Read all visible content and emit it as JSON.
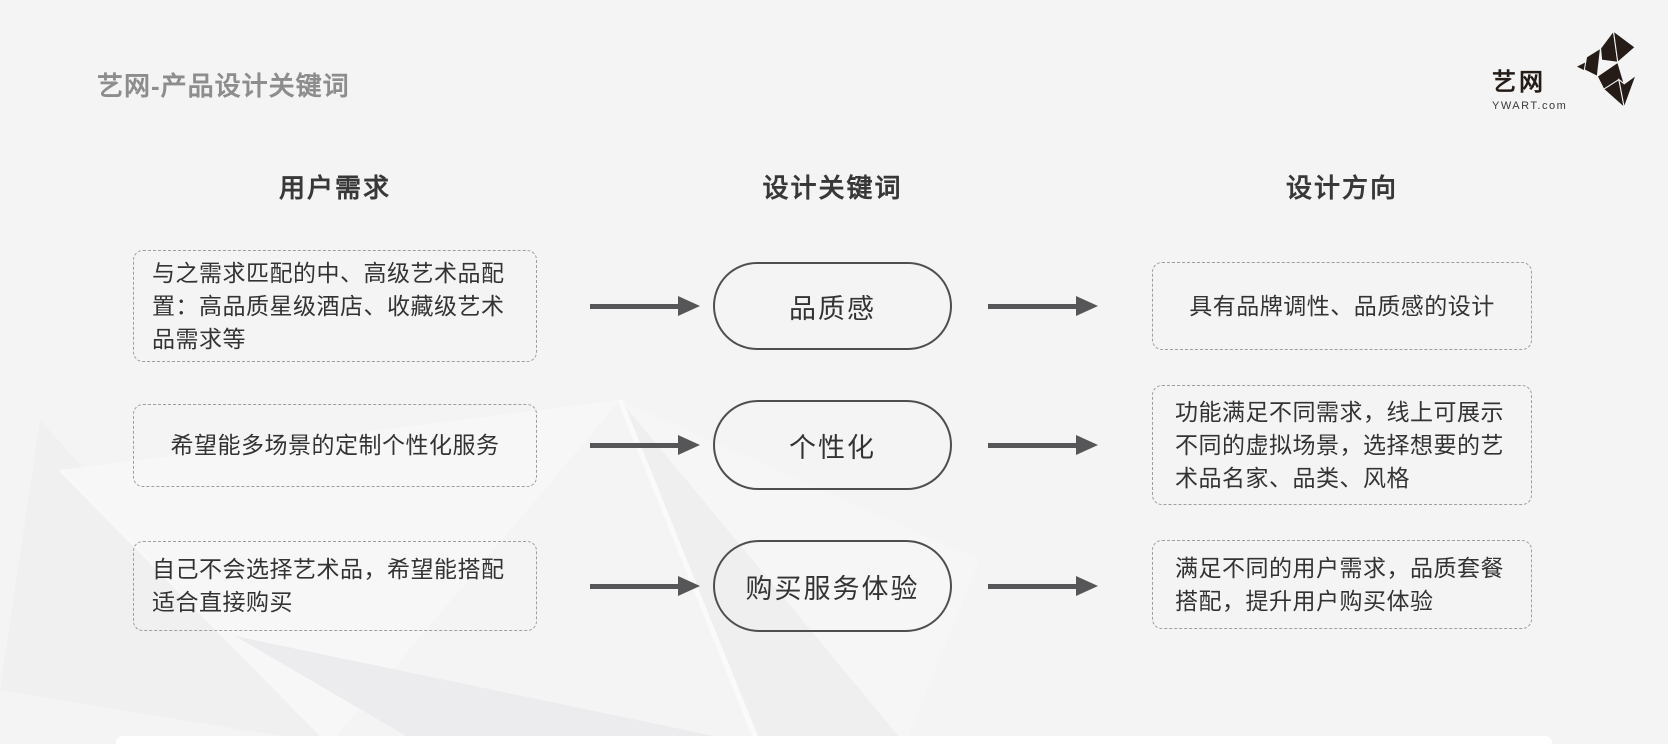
{
  "title": "艺网-产品设计关键词",
  "logo": {
    "brand": "艺网",
    "domain": "YWART.com"
  },
  "columns": {
    "needs": "用户需求",
    "keywords": "设计关键词",
    "directions": "设计方向"
  },
  "rows": [
    {
      "need": "与之需求匹配的中、高级艺术品配置：高品质星级酒店、收藏级艺术品需求等",
      "keyword": "品质感",
      "direction": "具有品牌调性、品质感的设计"
    },
    {
      "need": "希望能多场景的定制个性化服务",
      "keyword": "个性化",
      "direction": "功能满足不同需求，线上可展示不同的虚拟场景，选择想要的艺术品名家、品类、风格"
    },
    {
      "need": "自己不会选择艺术品，希望能搭配适合直接购买",
      "keyword": "购买服务体验",
      "direction": "满足不同的用户需求，品质套餐搭配，提升用户购买体验"
    }
  ],
  "colors": {
    "background": "#f4f4f5",
    "title_gray": "#8d8d8d",
    "heading_dark": "#383838",
    "box_text": "#333333",
    "dashed_border": "#9e9e9e",
    "pill_border": "#4e4e4e",
    "arrow": "#565658",
    "logo_dark": "#251c17"
  }
}
